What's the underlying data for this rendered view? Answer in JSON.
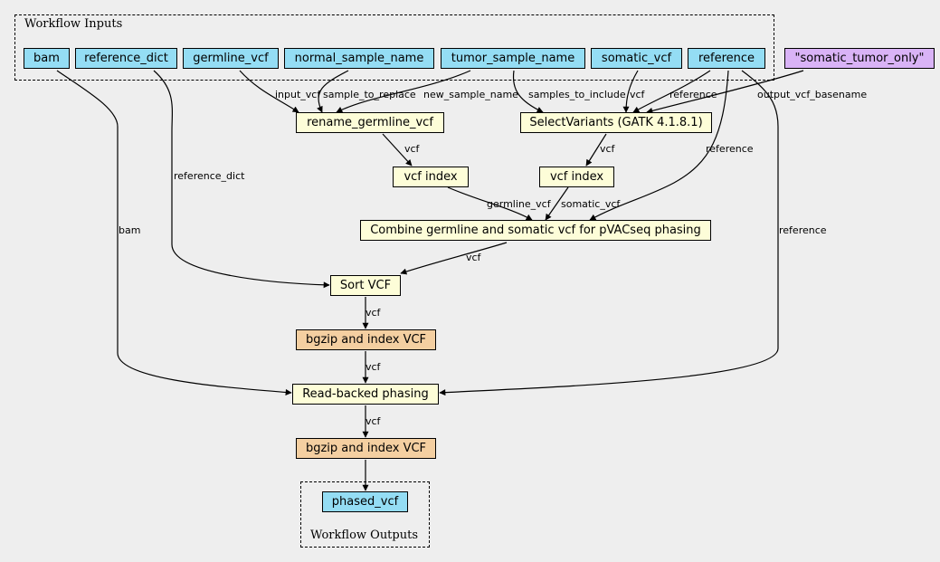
{
  "clusters": {
    "inputs_title": "Workflow Inputs",
    "outputs_title": "Workflow Outputs"
  },
  "inputs": {
    "bam": "bam",
    "reference_dict": "reference_dict",
    "germline_vcf": "germline_vcf",
    "normal_sample_name": "normal_sample_name",
    "tumor_sample_name": "tumor_sample_name",
    "somatic_vcf": "somatic_vcf",
    "reference": "reference"
  },
  "constant": "\"somatic_tumor_only\"",
  "steps": {
    "rename_germline_vcf": "rename_germline_vcf",
    "select_variants": "SelectVariants (GATK 4.1.8.1)",
    "vcf_index_1": "vcf index",
    "vcf_index_2": "vcf index",
    "combine": "Combine germline and somatic vcf for pVACseq phasing",
    "sort_vcf": "Sort VCF",
    "bgzip_1": "bgzip and index VCF",
    "read_backed_phasing": "Read-backed phasing",
    "bgzip_2": "bgzip and index VCF"
  },
  "outputs": {
    "phased_vcf": "phased_vcf"
  },
  "edge_labels": {
    "input_vcf": "input_vcf",
    "sample_to_replace": "sample_to_replace",
    "new_sample_name": "new_sample_name",
    "samples_to_include": "samples_to_include",
    "vcf_select": "vcf",
    "reference_select": "reference",
    "output_vcf_basename": "output_vcf_basename",
    "vcf_rename": "vcf",
    "vcf_select_out": "vcf",
    "reference_combine": "reference",
    "reference_dict": "reference_dict",
    "germline_vcf": "germline_vcf",
    "somatic_vcf": "somatic_vcf",
    "bam": "bam",
    "reference_phasing": "reference",
    "vcf_combine": "vcf",
    "vcf_sort": "vcf",
    "vcf_bgzip1": "vcf",
    "vcf_phasing": "vcf"
  }
}
